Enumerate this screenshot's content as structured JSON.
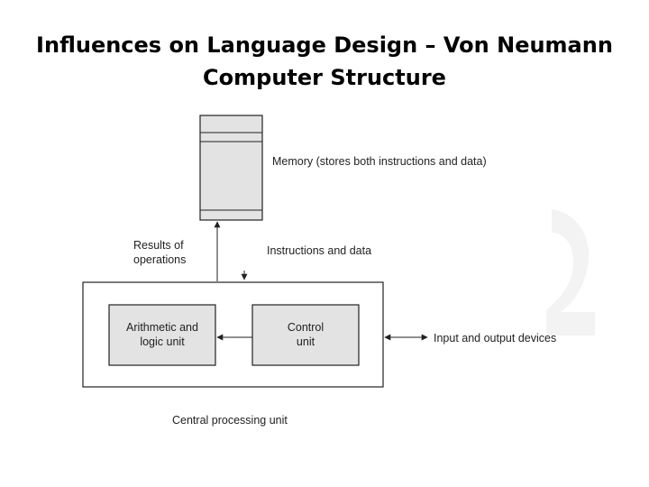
{
  "title": {
    "line1": "Influences on Language Design – Von Neumann",
    "line2": "Computer Structure"
  },
  "diagram": {
    "memory_label": "Memory (stores both instructions and data)",
    "results_label_line1": "Results of",
    "results_label_line2": "operations",
    "instructions_label": "Instructions and data",
    "alu_label_line1": "Arithmetic and",
    "alu_label_line2": "logic unit",
    "control_label_line1": "Control",
    "control_label_line2": "unit",
    "io_label": "Input and output devices",
    "cpu_label": "Central processing unit"
  },
  "colors": {
    "box_fill": "#e3e3e3",
    "stroke": "#222222",
    "text": "#222222",
    "watermark": "#f2f2f2"
  }
}
